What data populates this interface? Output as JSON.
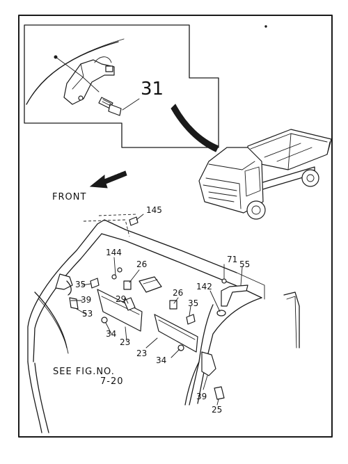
{
  "labels": {
    "detail": "31",
    "front": "FRONT",
    "p145": "145",
    "p144": "144",
    "p26a": "26",
    "p26b": "26",
    "p71": "71",
    "p55": "55",
    "p142": "142",
    "p35a": "35",
    "p35b": "35",
    "p39a": "39",
    "p39b": "39",
    "p53": "53",
    "p29": "29",
    "p34a": "34",
    "p34b": "34",
    "p23a": "23",
    "p23b": "23",
    "p25": "25",
    "see_fig": "SEE FIG.NO.",
    "see_fig_num": "7-20"
  }
}
